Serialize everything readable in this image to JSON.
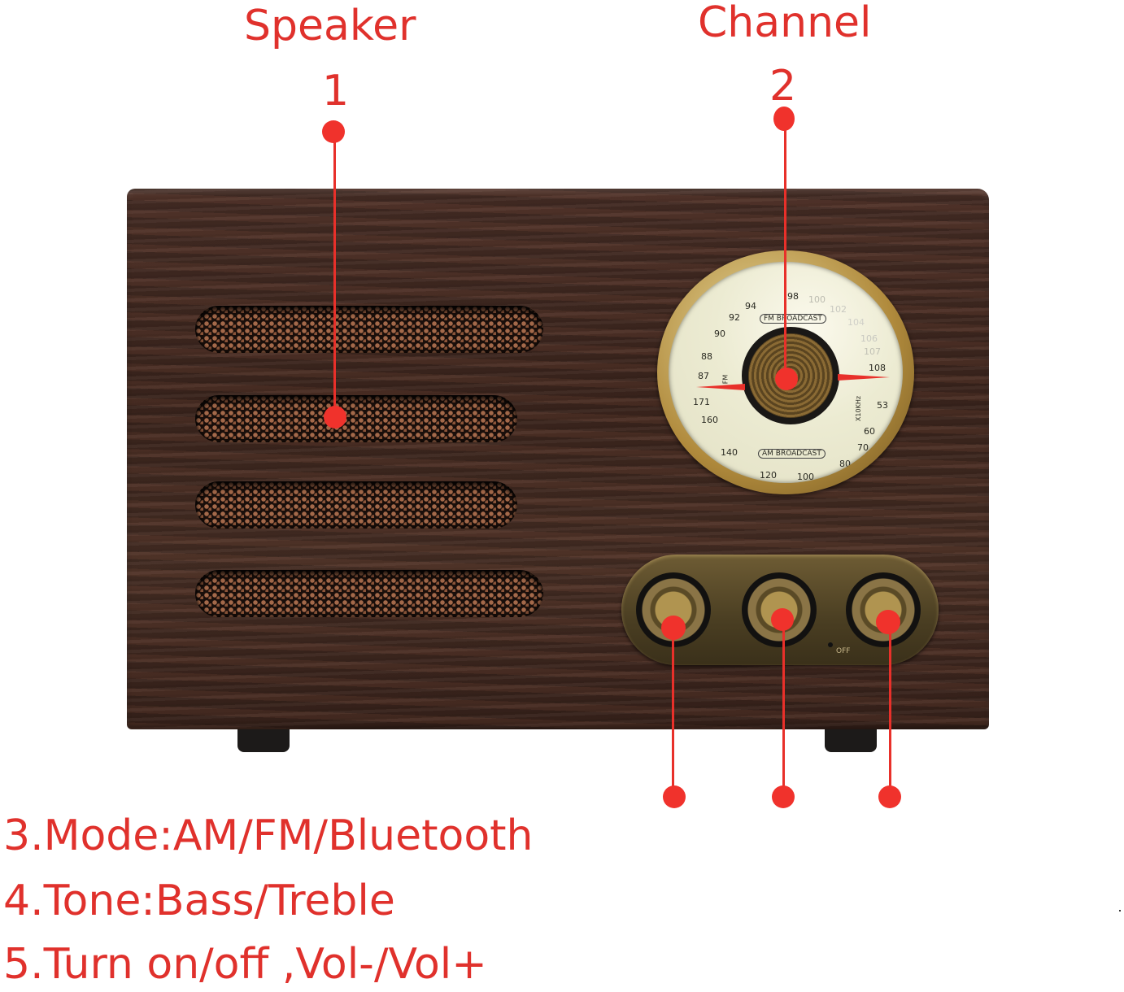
{
  "callouts": {
    "speaker": {
      "title": "Speaker",
      "number": "1"
    },
    "channel": {
      "title": "Channel",
      "number": "2"
    }
  },
  "features": [
    "3.Mode:AM/FM/Bluetooth",
    "4.Tone:Bass/Treble",
    "5.Turn on/off ,Vol-/Vol+"
  ],
  "dial": {
    "fm_band_label": "FM BROADCAST",
    "am_band_label": "AM BROADCAST",
    "fm_side": "FM",
    "am_unit": "X10KHz",
    "fm_scale": [
      "87",
      "88",
      "90",
      "92",
      "94",
      "98",
      "100",
      "102",
      "104",
      "106",
      "107",
      "108"
    ],
    "am_scale": [
      "171",
      "160",
      "140",
      "120",
      "100",
      "80",
      "70",
      "60",
      "53"
    ]
  },
  "control_panel": {
    "off_label": "OFF",
    "knobs": [
      "mode",
      "tone",
      "power-volume"
    ]
  },
  "colors": {
    "annotation_red": "#e0312c",
    "wood": "#442c23",
    "brass": "#b08a3c",
    "dial_face": "#ecebd2"
  }
}
